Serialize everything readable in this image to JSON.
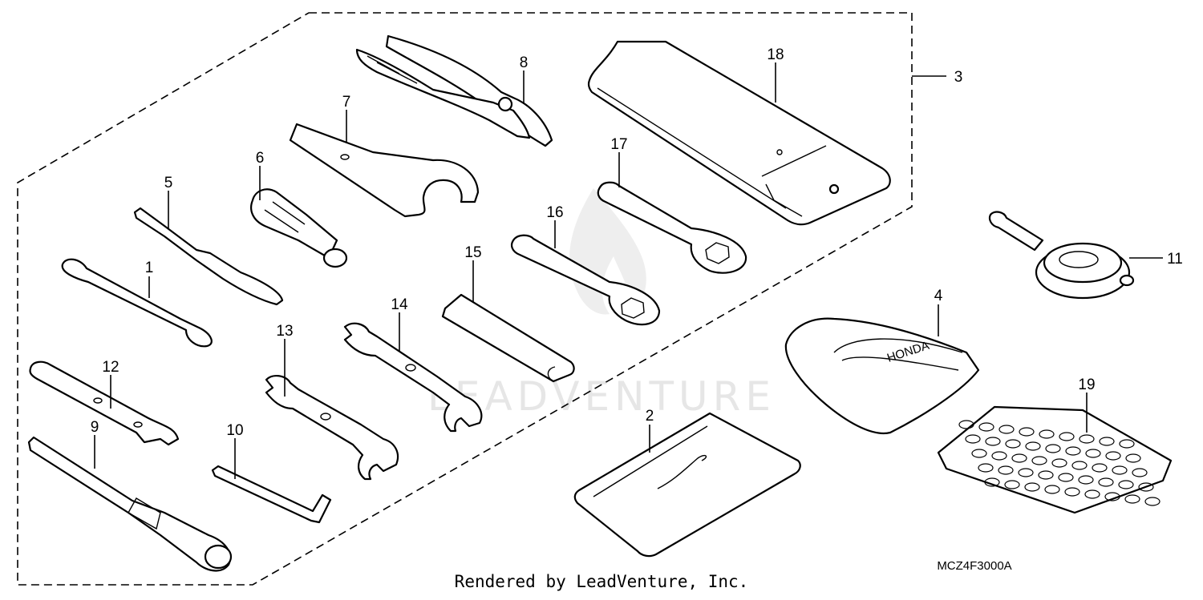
{
  "watermark": "LEADVENTURE",
  "part_code": "MCZ4F3000A",
  "footer": "Rendered by LeadVenture, Inc.",
  "badge_text": "HONDA",
  "callouts": {
    "c1": "1",
    "c2": "2",
    "c3": "3",
    "c4": "4",
    "c5": "5",
    "c6": "6",
    "c7": "7",
    "c8": "8",
    "c9": "9",
    "c10": "10",
    "c11": "11",
    "c12": "12",
    "c13": "13",
    "c14": "14",
    "c15": "15",
    "c16": "16",
    "c17": "17",
    "c18": "18",
    "c19": "19"
  }
}
